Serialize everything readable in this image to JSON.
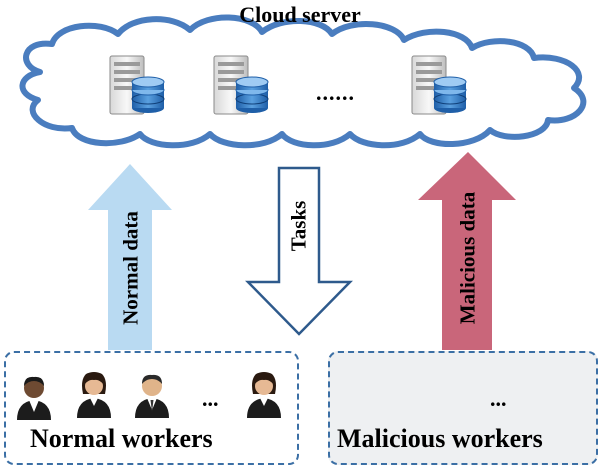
{
  "title": "Cloud server",
  "server_ellipsis": "......",
  "arrows": {
    "normal": {
      "label": "Normal data",
      "color": "#b9daf2"
    },
    "tasks": {
      "label": "Tasks",
      "color": "#ffffff",
      "stroke": "#2e5a8c"
    },
    "malicious": {
      "label": "Malicious data",
      "color": "#c9667a"
    }
  },
  "groups": {
    "normal": {
      "label": "Normal workers",
      "ellipsis": "..."
    },
    "malicious": {
      "label": "Malicious workers",
      "ellipsis": "..."
    }
  },
  "colors": {
    "cloud_outline": "#4a7dbf",
    "box_border": "#3b6fa5",
    "database": "#2b6cb0"
  }
}
